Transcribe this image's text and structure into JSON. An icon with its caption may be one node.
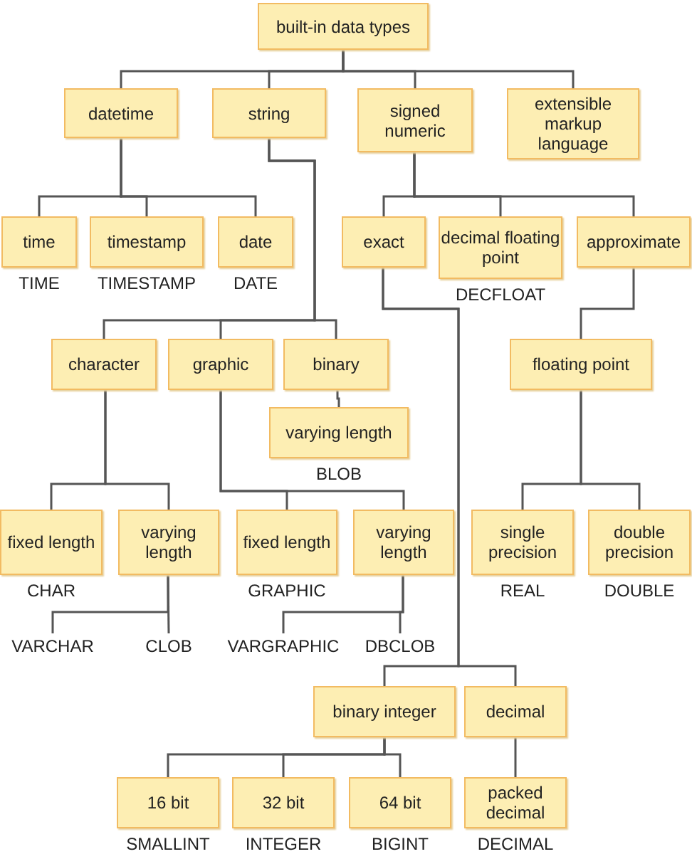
{
  "diagram": {
    "nodes": [
      {
        "text": [
          "built-in data types"
        ]
      },
      {
        "text": [
          "datetime"
        ]
      },
      {
        "text": [
          "string"
        ]
      },
      {
        "text": [
          "signed numeric"
        ]
      },
      {
        "text": [
          "extensible markup language"
        ]
      },
      {
        "text": [
          "time"
        ],
        "beside": [
          "TIME"
        ]
      },
      {
        "text": [
          "timestamp"
        ],
        "beside": [
          "TIMESTAMP"
        ]
      },
      {
        "text": [
          "date"
        ],
        "beside": [
          "DATE"
        ]
      },
      {
        "text": [
          "exact"
        ]
      },
      {
        "text": [
          "decimal floating point"
        ],
        "beside": [
          "DECFLOAT"
        ]
      },
      {
        "text": [
          "approximate"
        ]
      },
      {
        "text": [
          "character"
        ]
      },
      {
        "text": [
          "graphic"
        ]
      },
      {
        "text": [
          "binary"
        ]
      },
      {
        "text": [
          "varying length"
        ],
        "beside": [
          "BLOB"
        ]
      },
      {
        "text": [
          "floating point"
        ]
      },
      {
        "text": [
          "fixed length"
        ],
        "beside": [
          "CHAR"
        ]
      },
      {
        "text": [
          "varying length"
        ]
      },
      {
        "text": [
          "fixed length"
        ],
        "beside": [
          "GRAPHIC"
        ]
      },
      {
        "text": [
          "varying length"
        ]
      },
      {
        "text": [
          "single precision"
        ],
        "beside": [
          "REAL"
        ]
      },
      {
        "text": [
          "double precision"
        ],
        "beside": [
          "DOUBLE"
        ]
      },
      {
        "text": [
          "VARCHAR"
        ]
      },
      {
        "text": [
          "CLOB"
        ]
      },
      {
        "text": [
          "VARGRAPHIC"
        ]
      },
      {
        "text": [
          "DBCLOB"
        ]
      },
      {
        "text": [
          "binary integer"
        ]
      },
      {
        "text": [
          "decimal"
        ]
      },
      {
        "text": [
          "16 bit"
        ],
        "beside": [
          "SMALLINT"
        ]
      },
      {
        "text": [
          "32 bit"
        ],
        "beside": [
          "INTEGER"
        ]
      },
      {
        "text": [
          "64 bit"
        ],
        "beside": [
          "BIGINT"
        ]
      },
      {
        "text": [
          "packed decimal"
        ],
        "beside": [
          "DECIMAL"
        ]
      }
    ],
    "edges": [
      {
        "from": 0,
        "to": 1,
        "arrow": "none"
      },
      {
        "from": 0,
        "to": 2,
        "arrow": "none"
      },
      {
        "from": 0,
        "to": 3,
        "arrow": "none"
      },
      {
        "from": 0,
        "to": 4,
        "arrow": "none"
      },
      {
        "from": 1,
        "to": 5,
        "arrow": "none"
      },
      {
        "from": 1,
        "to": 6,
        "arrow": "none"
      },
      {
        "from": 1,
        "to": 7,
        "arrow": "none"
      },
      {
        "from": 3,
        "to": 8,
        "arrow": "none"
      },
      {
        "from": 3,
        "to": 9,
        "arrow": "none"
      },
      {
        "from": 3,
        "to": 10,
        "arrow": "none"
      },
      {
        "from": 2,
        "to": 11,
        "arrow": "none"
      },
      {
        "from": 2,
        "to": 12,
        "arrow": "none"
      },
      {
        "from": 2,
        "to": 13,
        "arrow": "none"
      },
      {
        "from": 13,
        "to": 14,
        "arrow": "none"
      },
      {
        "from": 10,
        "to": 15,
        "arrow": "none"
      },
      {
        "from": 11,
        "to": 16,
        "arrow": "none"
      },
      {
        "from": 11,
        "to": 17,
        "arrow": "none"
      },
      {
        "from": 12,
        "to": 18,
        "arrow": "none"
      },
      {
        "from": 12,
        "to": 19,
        "arrow": "none"
      },
      {
        "from": 15,
        "to": 20,
        "arrow": "none"
      },
      {
        "from": 15,
        "to": 21,
        "arrow": "none"
      },
      {
        "from": 17,
        "to": 22,
        "arrow": "none"
      },
      {
        "from": 17,
        "to": 23,
        "arrow": "none"
      },
      {
        "from": 19,
        "to": 24,
        "arrow": "none"
      },
      {
        "from": 19,
        "to": 25,
        "arrow": "none"
      },
      {
        "from": 8,
        "to": 26,
        "arrow": "none"
      },
      {
        "from": 8,
        "to": 27,
        "arrow": "none"
      },
      {
        "from": 26,
        "to": 28,
        "arrow": "none"
      },
      {
        "from": 26,
        "to": 29,
        "arrow": "none"
      },
      {
        "from": 26,
        "to": 30,
        "arrow": "none"
      },
      {
        "from": 27,
        "to": 31,
        "arrow": "none"
      }
    ]
  }
}
